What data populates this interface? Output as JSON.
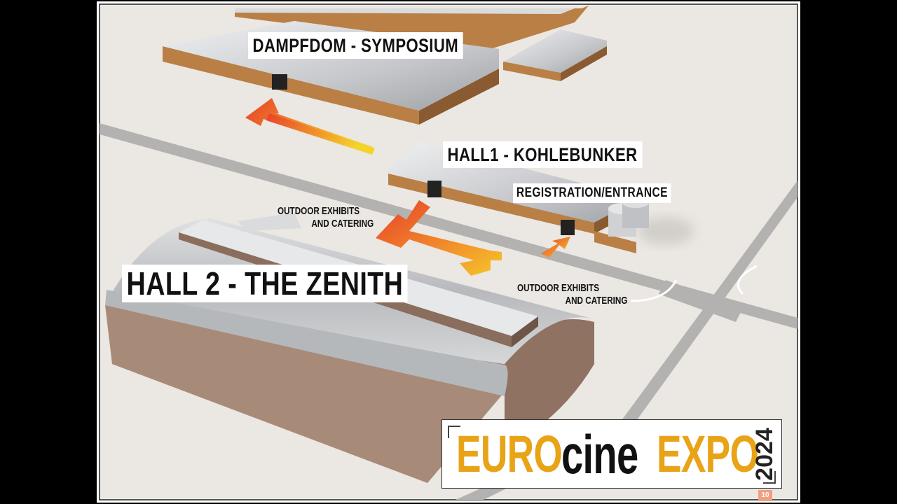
{
  "labels": {
    "dampfdom": "DAMPFDOM - SYMPOSIUM",
    "hall1": "HALL1 - KOHLEBUNKER",
    "registration": "REGISTRATION/ENTRANCE",
    "hall2": "HALL 2 - THE ZENITH"
  },
  "notes": {
    "outdoor_left": [
      "OUTDOOR EXHIBITS",
      "AND CATERING"
    ],
    "outdoor_right": [
      "OUTDOOR EXHIBITS",
      "AND CATERING"
    ]
  },
  "logo": {
    "word1": "EURO",
    "word2": "cine",
    "word3": "EXPO",
    "year": "2024"
  },
  "badge": "10",
  "colors": {
    "ground": "#ebe7e2",
    "road": "#b4b2b0",
    "roof": "#c9cbcd",
    "wall": "#b97f45",
    "hall2_wall": "#a88a78",
    "arrow_start": "#e8402a",
    "arrow_end": "#f5d42a",
    "logo_accent": "#e8a317"
  }
}
